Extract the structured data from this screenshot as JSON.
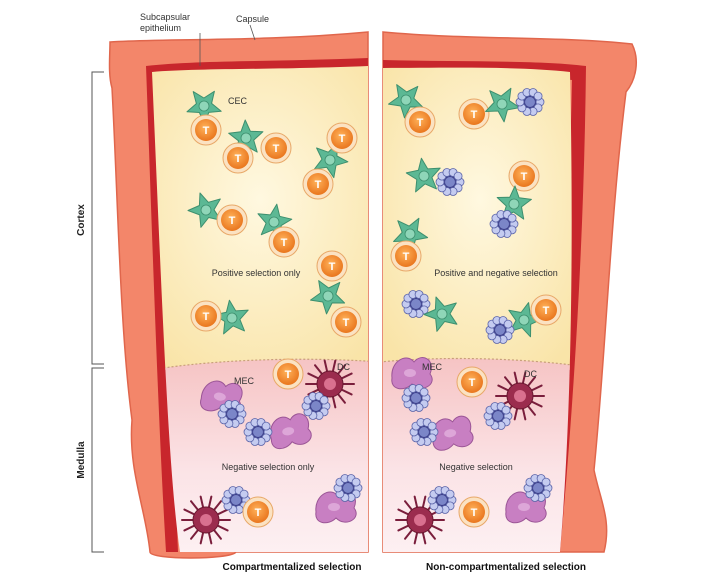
{
  "labels": {
    "subcapsular": [
      "Subcapsular",
      "epithelium"
    ],
    "capsule": "Capsule",
    "cec": "CEC",
    "mec_left": "MEC",
    "dc_left": "DC",
    "mec_right": "MEC",
    "dc_right": "DC",
    "t_cell": "T"
  },
  "axis": {
    "cortex": "Cortex",
    "medulla": "Medulla"
  },
  "panels": {
    "left": {
      "cortex_caption": "Positive selection only",
      "medulla_caption": "Negative selection only",
      "title": "Compartmentalized selection"
    },
    "right": {
      "cortex_caption": "Positive and negative selection",
      "medulla_caption": "Negative selection",
      "title": "Non-compartmentalized selection"
    }
  },
  "colors": {
    "capsule": "#f3866a",
    "capsule_edge": "#e0664c",
    "subcapsular": "#c8262c",
    "cortex_fill": "#fcedc0",
    "medulla_fill": "#f7cdd0",
    "cec": "#5cb894",
    "mec": "#c87fc2",
    "dc": "#9b2c4e",
    "t_outer": "#f29a3c",
    "t_inner": "#e06a14",
    "apoptotic": "#7b86c8"
  }
}
